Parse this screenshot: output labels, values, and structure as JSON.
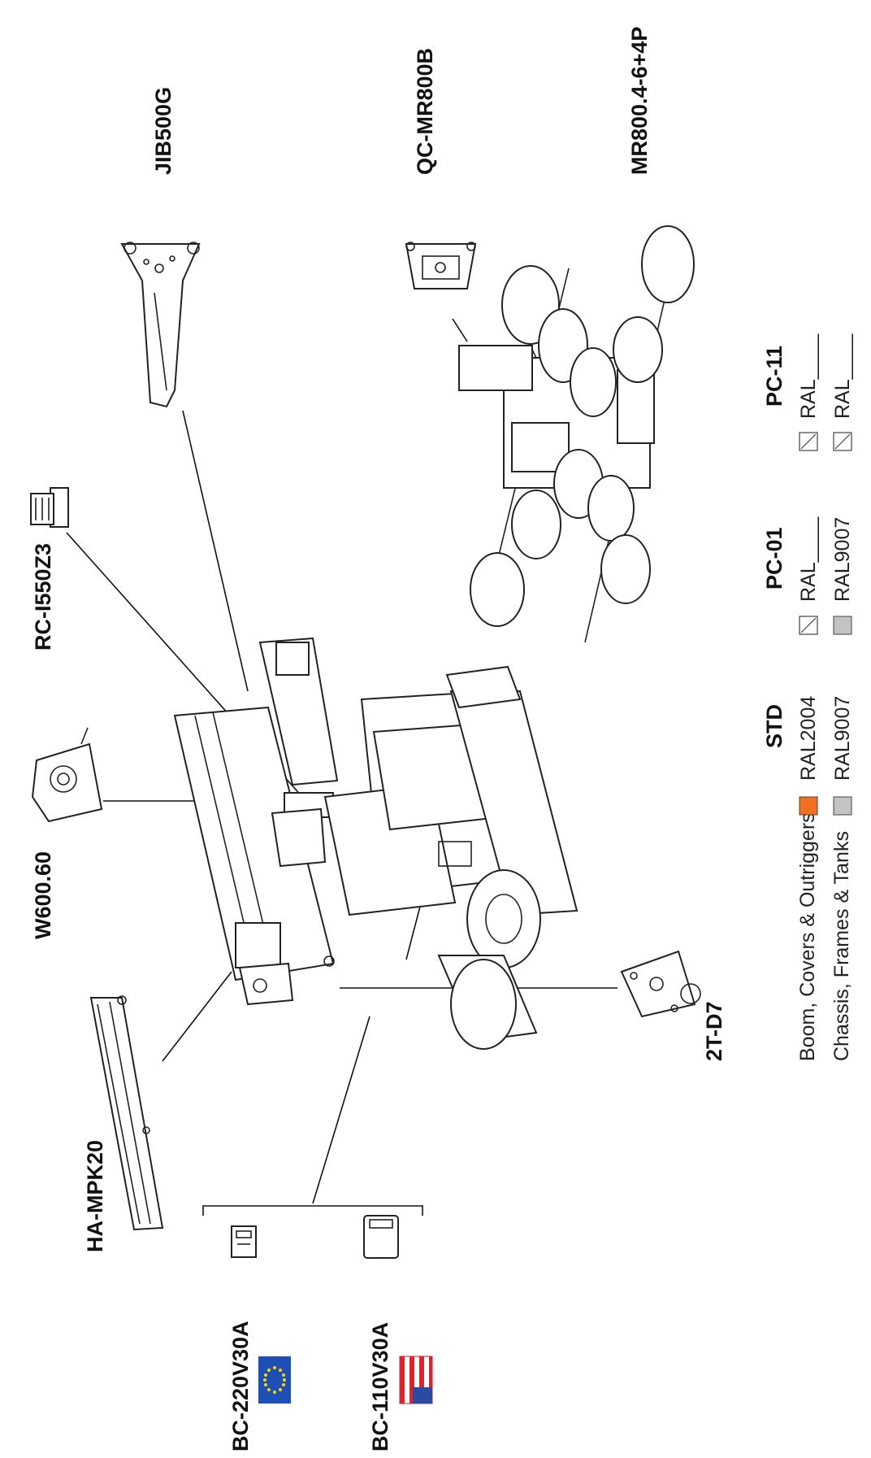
{
  "parts": {
    "jib": "JIB500G",
    "quick_coupler": "QC-MR800B",
    "vacuum_lifter": "MR800.4-6+4P",
    "remote_control": "RC-I550Z3",
    "winch": "W600.60",
    "hook": "2T-D7",
    "hydraulic_arm": "HA-MPK20",
    "charger_eu": "BC-220V30A",
    "charger_us": "BC-110V30A"
  },
  "paint_legend": {
    "columns": [
      "STD",
      "PC-01",
      "PC-11"
    ],
    "rows": [
      {
        "label": "Boom, Covers & Outriggers",
        "cells": [
          {
            "text": "RAL2004",
            "swatch": "orange",
            "color": "#f36f21"
          },
          {
            "text": "RAL____",
            "swatch": "custom"
          },
          {
            "text": "RAL____",
            "swatch": "custom"
          }
        ]
      },
      {
        "label": "Chassis, Frames & Tanks",
        "cells": [
          {
            "text": "RAL9007",
            "swatch": "grey",
            "color": "#c3c3c3"
          },
          {
            "text": "RAL9007",
            "swatch": "grey",
            "color": "#c3c3c3"
          },
          {
            "text": "RAL____",
            "swatch": "custom"
          }
        ]
      }
    ]
  },
  "colors": {
    "eu_flag": "#1d4fb4",
    "eu_stars": "#ffd400",
    "us_red": "#d8262e",
    "us_blue": "#2b4aa0"
  }
}
